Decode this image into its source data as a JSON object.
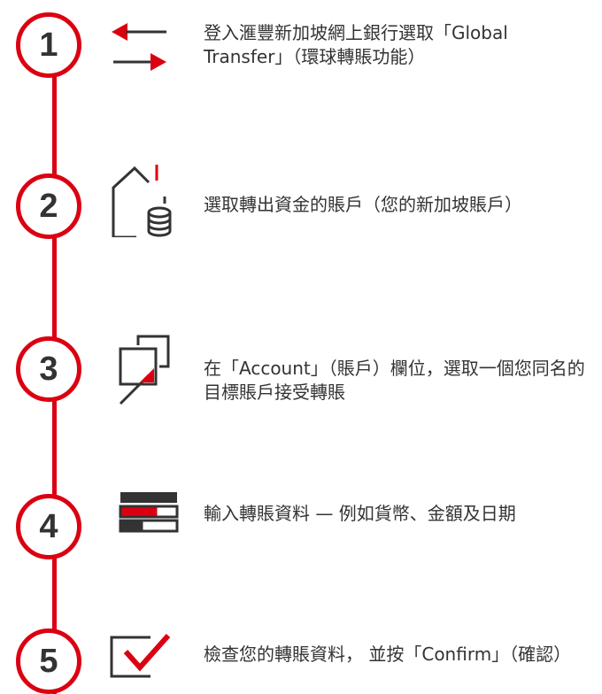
{
  "steps": [
    {
      "number": "1",
      "icon": "transfer-arrows-icon",
      "text": "登入滙豐新加坡網上銀行選取「Global Transfer」（環球轉賬功能）"
    },
    {
      "number": "2",
      "icon": "house-coins-icon",
      "text": "選取轉出資金的賬戶（您的新加坡賬戶）"
    },
    {
      "number": "3",
      "icon": "square-arrow-icon",
      "text": "在「Account」（賬戶）欄位，選取一個您同名的目標賬戶接受轉賬"
    },
    {
      "number": "4",
      "icon": "form-fields-icon",
      "text": "輸入轉賬資料 — 例如貨幣、金額及日期"
    },
    {
      "number": "5",
      "icon": "checkbox-tick-icon",
      "text": "檢查您的轉賬資料， 並按「Confirm」（確認）"
    }
  ],
  "colors": {
    "accent": "#db0011",
    "text": "#333333",
    "icon_dark": "#333333"
  }
}
